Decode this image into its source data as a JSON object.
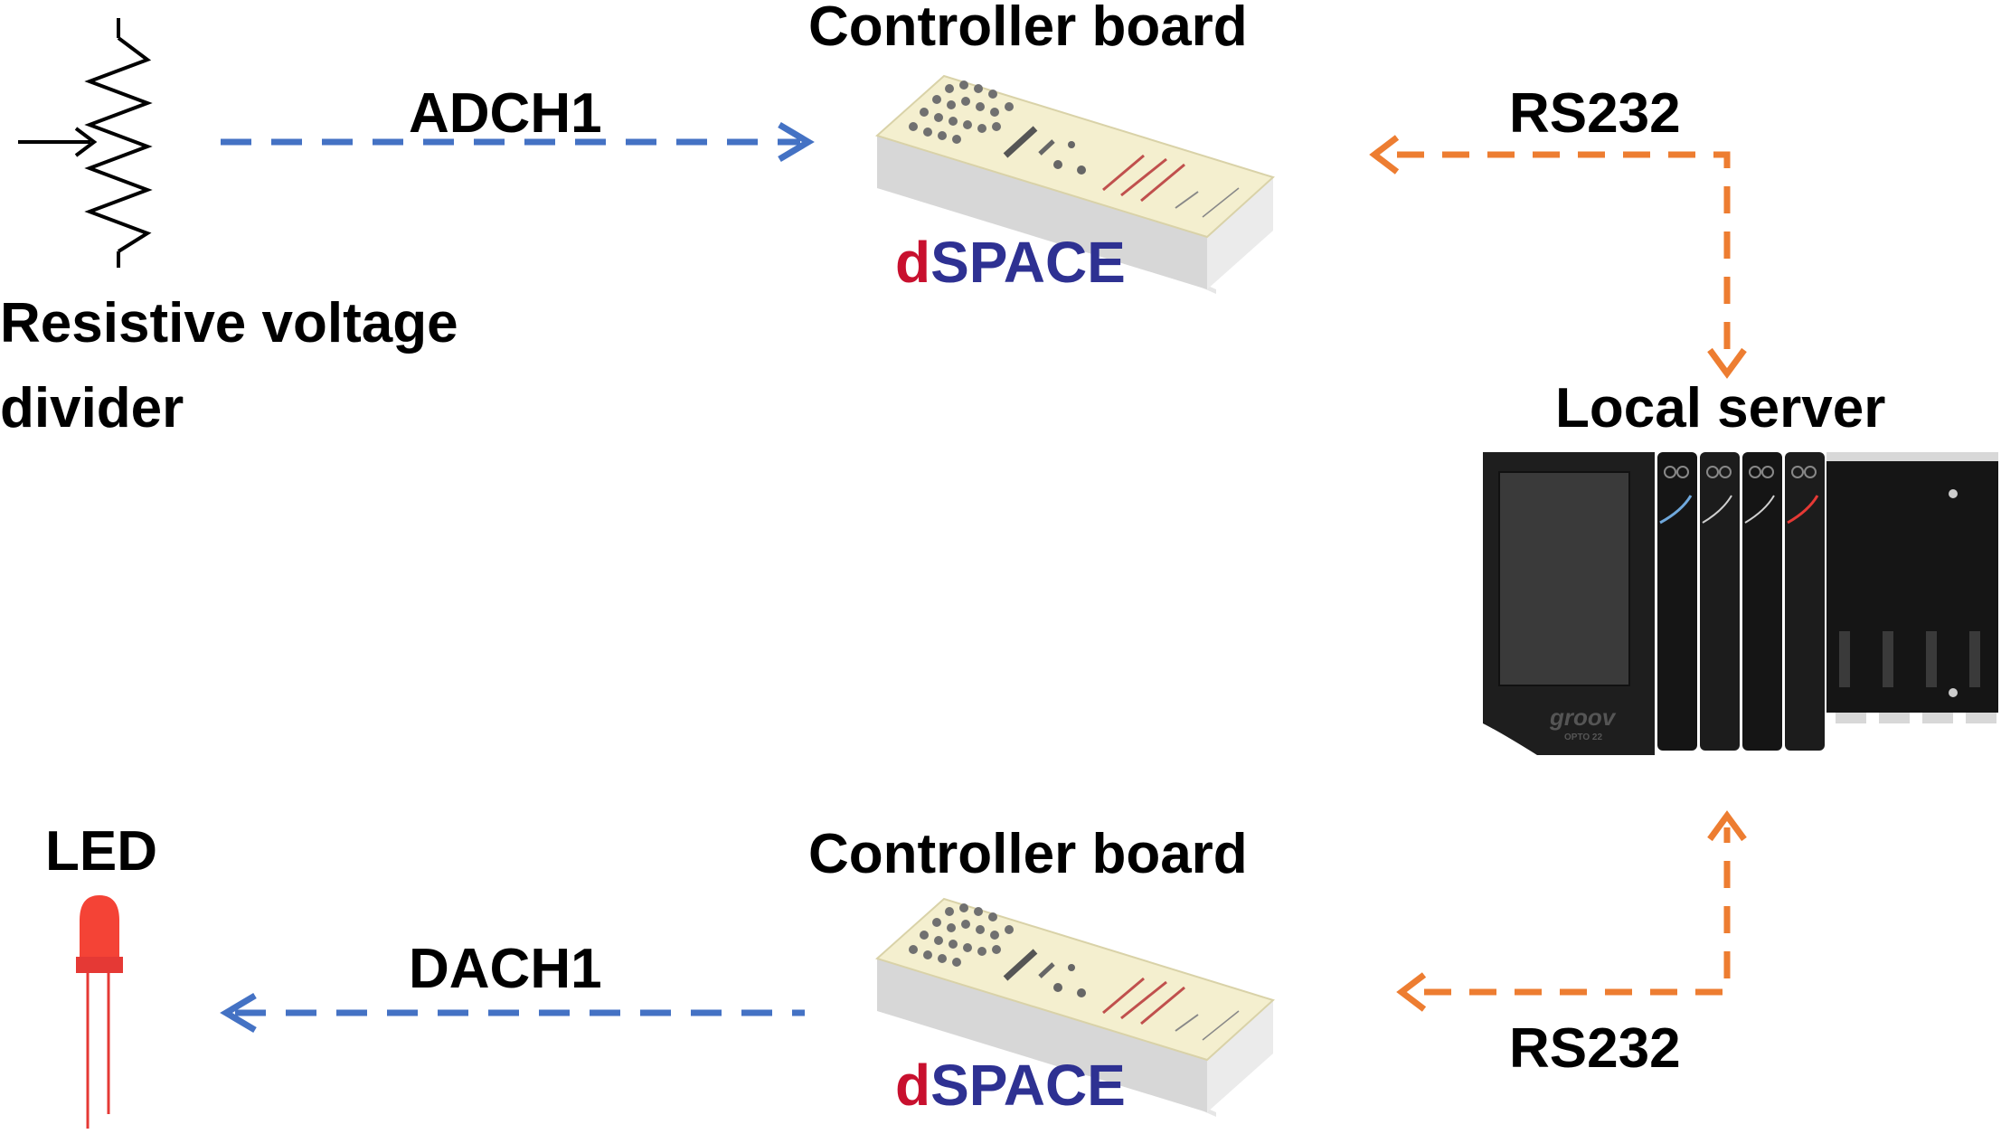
{
  "labels": {
    "controller_top": "Controller board",
    "controller_bottom": "Controller board",
    "adch": "ADCH1",
    "dach": "DACH1",
    "rs232_top": "RS232",
    "rs232_bottom": "RS232",
    "resistive_line1": "Resistive voltage",
    "resistive_line2": "divider",
    "local_server": "Local server",
    "led": "LED"
  },
  "brand": {
    "d": "d",
    "space": "SPACE",
    "groov": "groov",
    "opto": "OPTO 22"
  },
  "colors": {
    "analog_link": "#4472c4",
    "serial_link": "#ed7d31",
    "led_body": "#f44336",
    "dspace_red": "#c8102e",
    "dspace_blue": "#2e3192"
  },
  "icons": [
    "potentiometer-icon",
    "dspace-board-icon",
    "groov-server-icon",
    "led-icon"
  ]
}
